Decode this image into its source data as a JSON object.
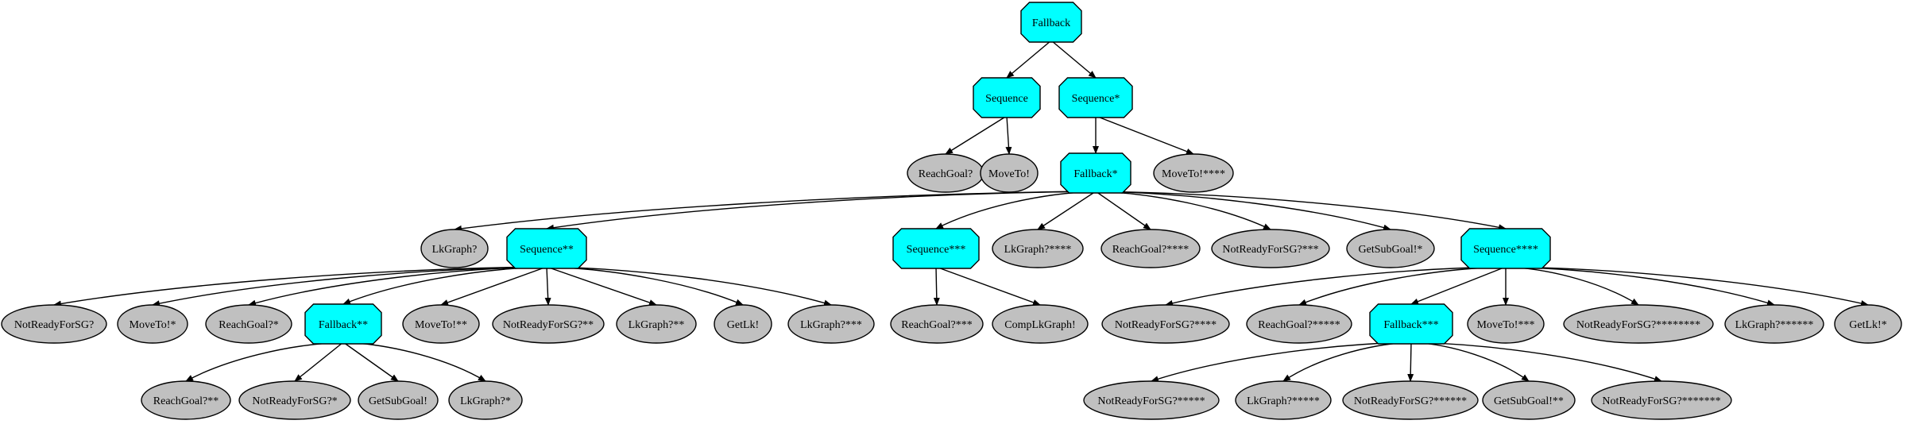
{
  "colors": {
    "control_fill": "#00ffff",
    "leaf_fill": "#c0c0c0",
    "stroke": "#000000",
    "background": "#ffffff"
  },
  "nodes": [
    {
      "id": "n_fallback",
      "label": "Fallback",
      "kind": "control"
    },
    {
      "id": "n_seq",
      "label": "Sequence",
      "kind": "control"
    },
    {
      "id": "n_seq1",
      "label": "Sequence*",
      "kind": "control"
    },
    {
      "id": "n_reachgoal",
      "label": "ReachGoal?",
      "kind": "leaf"
    },
    {
      "id": "n_moveto",
      "label": "MoveTo!",
      "kind": "leaf"
    },
    {
      "id": "n_fb1",
      "label": "Fallback*",
      "kind": "control"
    },
    {
      "id": "n_moveto4",
      "label": "MoveTo!****",
      "kind": "leaf"
    },
    {
      "id": "n_lkgraph",
      "label": "LkGraph?",
      "kind": "leaf"
    },
    {
      "id": "n_seq2",
      "label": "Sequence**",
      "kind": "control"
    },
    {
      "id": "n_seq3",
      "label": "Sequence***",
      "kind": "control"
    },
    {
      "id": "n_lkgraph4",
      "label": "LkGraph?****",
      "kind": "leaf"
    },
    {
      "id": "n_reachgoal4",
      "label": "ReachGoal?****",
      "kind": "leaf"
    },
    {
      "id": "n_nrsg3",
      "label": "NotReadyForSG?***",
      "kind": "leaf"
    },
    {
      "id": "n_getsubgoal1",
      "label": "GetSubGoal!*",
      "kind": "leaf"
    },
    {
      "id": "n_seq4",
      "label": "Sequence****",
      "kind": "control"
    },
    {
      "id": "n_nrsg",
      "label": "NotReadyForSG?",
      "kind": "leaf"
    },
    {
      "id": "n_moveto1",
      "label": "MoveTo!*",
      "kind": "leaf"
    },
    {
      "id": "n_reachgoal1",
      "label": "ReachGoal?*",
      "kind": "leaf"
    },
    {
      "id": "n_fb2",
      "label": "Fallback**",
      "kind": "control"
    },
    {
      "id": "n_moveto2",
      "label": "MoveTo!**",
      "kind": "leaf"
    },
    {
      "id": "n_nrsg2",
      "label": "NotReadyForSG?**",
      "kind": "leaf"
    },
    {
      "id": "n_lkgraph2",
      "label": "LkGraph?**",
      "kind": "leaf"
    },
    {
      "id": "n_getlk",
      "label": "GetLk!",
      "kind": "leaf"
    },
    {
      "id": "n_lkgraph3",
      "label": "LkGraph?***",
      "kind": "leaf"
    },
    {
      "id": "n_reachgoal3",
      "label": "ReachGoal?***",
      "kind": "leaf"
    },
    {
      "id": "n_complk",
      "label": "CompLkGraph!",
      "kind": "leaf"
    },
    {
      "id": "n_nrsg4",
      "label": "NotReadyForSG?****",
      "kind": "leaf"
    },
    {
      "id": "n_reachgoal5",
      "label": "ReachGoal?*****",
      "kind": "leaf"
    },
    {
      "id": "n_fb3",
      "label": "Fallback***",
      "kind": "control"
    },
    {
      "id": "n_moveto3",
      "label": "MoveTo!***",
      "kind": "leaf"
    },
    {
      "id": "n_nrsg8",
      "label": "NotReadyForSG?********",
      "kind": "leaf"
    },
    {
      "id": "n_lkgraph6",
      "label": "LkGraph?******",
      "kind": "leaf"
    },
    {
      "id": "n_getlk1",
      "label": "GetLk!*",
      "kind": "leaf"
    },
    {
      "id": "n_reachgoal2",
      "label": "ReachGoal?**",
      "kind": "leaf"
    },
    {
      "id": "n_nrsg1",
      "label": "NotReadyForSG?*",
      "kind": "leaf"
    },
    {
      "id": "n_getsubgoal",
      "label": "GetSubGoal!",
      "kind": "leaf"
    },
    {
      "id": "n_lkgraph1",
      "label": "LkGraph?*",
      "kind": "leaf"
    },
    {
      "id": "n_nrsg5",
      "label": "NotReadyForSG?*****",
      "kind": "leaf"
    },
    {
      "id": "n_lkgraph5",
      "label": "LkGraph?*****",
      "kind": "leaf"
    },
    {
      "id": "n_nrsg6",
      "label": "NotReadyForSG?******",
      "kind": "leaf"
    },
    {
      "id": "n_getsubgoal2",
      "label": "GetSubGoal!**",
      "kind": "leaf"
    },
    {
      "id": "n_nrsg7",
      "label": "NotReadyForSG?*******",
      "kind": "leaf"
    }
  ],
  "edges": [
    [
      "n_fallback",
      "n_seq"
    ],
    [
      "n_fallback",
      "n_seq1"
    ],
    [
      "n_seq",
      "n_reachgoal"
    ],
    [
      "n_seq",
      "n_moveto"
    ],
    [
      "n_seq1",
      "n_fb1"
    ],
    [
      "n_seq1",
      "n_moveto4"
    ],
    [
      "n_fb1",
      "n_lkgraph"
    ],
    [
      "n_fb1",
      "n_seq2"
    ],
    [
      "n_fb1",
      "n_seq3"
    ],
    [
      "n_fb1",
      "n_lkgraph4"
    ],
    [
      "n_fb1",
      "n_reachgoal4"
    ],
    [
      "n_fb1",
      "n_nrsg3"
    ],
    [
      "n_fb1",
      "n_getsubgoal1"
    ],
    [
      "n_fb1",
      "n_seq4"
    ],
    [
      "n_seq2",
      "n_nrsg"
    ],
    [
      "n_seq2",
      "n_moveto1"
    ],
    [
      "n_seq2",
      "n_reachgoal1"
    ],
    [
      "n_seq2",
      "n_fb2"
    ],
    [
      "n_seq2",
      "n_moveto2"
    ],
    [
      "n_seq2",
      "n_nrsg2"
    ],
    [
      "n_seq2",
      "n_lkgraph2"
    ],
    [
      "n_seq2",
      "n_getlk"
    ],
    [
      "n_seq2",
      "n_lkgraph3"
    ],
    [
      "n_seq3",
      "n_reachgoal3"
    ],
    [
      "n_seq3",
      "n_complk"
    ],
    [
      "n_seq4",
      "n_nrsg4"
    ],
    [
      "n_seq4",
      "n_reachgoal5"
    ],
    [
      "n_seq4",
      "n_fb3"
    ],
    [
      "n_seq4",
      "n_moveto3"
    ],
    [
      "n_seq4",
      "n_nrsg8"
    ],
    [
      "n_seq4",
      "n_lkgraph6"
    ],
    [
      "n_seq4",
      "n_getlk1"
    ],
    [
      "n_fb2",
      "n_reachgoal2"
    ],
    [
      "n_fb2",
      "n_nrsg1"
    ],
    [
      "n_fb2",
      "n_getsubgoal"
    ],
    [
      "n_fb2",
      "n_lkgraph1"
    ],
    [
      "n_fb3",
      "n_nrsg5"
    ],
    [
      "n_fb3",
      "n_lkgraph5"
    ],
    [
      "n_fb3",
      "n_nrsg6"
    ],
    [
      "n_fb3",
      "n_getsubgoal2"
    ],
    [
      "n_fb3",
      "n_nrsg7"
    ]
  ]
}
